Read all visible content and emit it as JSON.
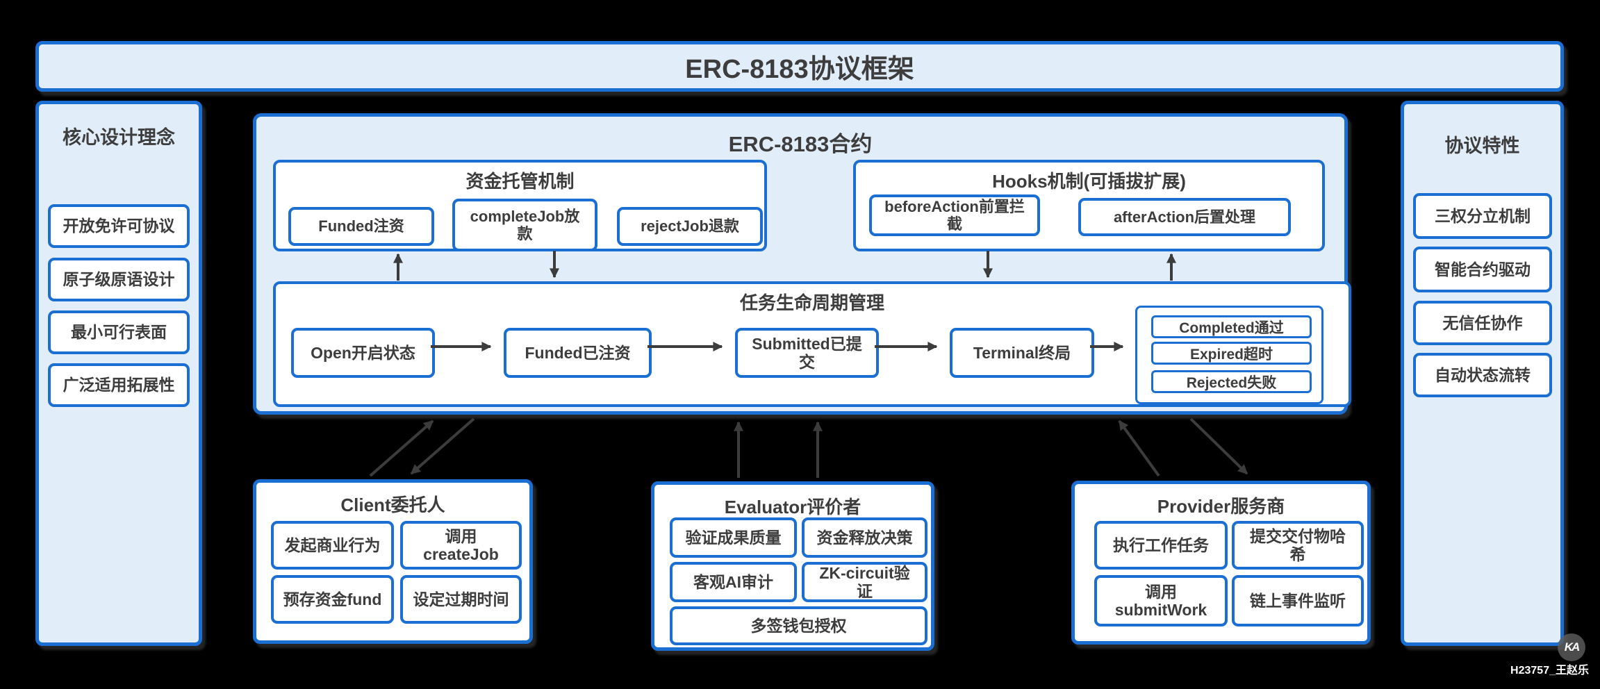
{
  "title": "ERC-8183协议框架",
  "left_panel": {
    "title": "核心设计理念",
    "items": [
      "开放免许可协议",
      "原子级原语设计",
      "最小可行表面",
      "广泛适用拓展性"
    ]
  },
  "right_panel": {
    "title": "协议特性",
    "items": [
      "三权分立机制",
      "智能合约驱动",
      "无信任协作",
      "自动状态流转"
    ]
  },
  "contract": {
    "title": "ERC-8183合约",
    "escrow": {
      "title": "资金托管机制",
      "items": [
        "Funded注资",
        "completeJob放款",
        "rejectJob退款"
      ]
    },
    "hooks": {
      "title": "Hooks机制(可插拔扩展)",
      "items": [
        "beforeAction前置拦截",
        "afterAction后置处理"
      ]
    },
    "lifecycle": {
      "title": "任务生命周期管理",
      "states": [
        "Open开启状态",
        "Funded已注资",
        "Submitted已提交",
        "Terminal终局"
      ],
      "outcomes": [
        "Completed通过",
        "Expired超时",
        "Rejected失败"
      ]
    }
  },
  "actors": [
    {
      "title": "Client委托人",
      "items": [
        "发起商业行为",
        "调用createJob",
        "预存资金fund",
        "设定过期时间"
      ]
    },
    {
      "title": "Evaluator评价者",
      "items": [
        "验证成果质量",
        "资金释放决策",
        "客观AI审计",
        "ZK-circuit验证",
        "多签钱包授权"
      ]
    },
    {
      "title": "Provider服务商",
      "items": [
        "执行工作任务",
        "提交交付物哈希",
        "调用submitWork",
        "链上事件监听"
      ]
    }
  ],
  "watermark": {
    "text": "H23757_王赵乐",
    "logo": "KA"
  },
  "colors": {
    "background": "#000000",
    "panel_fill": "#e2edfa",
    "border_blue": "#1b6fd2",
    "text": "#3d3d3d",
    "arrow": "#3c3c3c"
  }
}
